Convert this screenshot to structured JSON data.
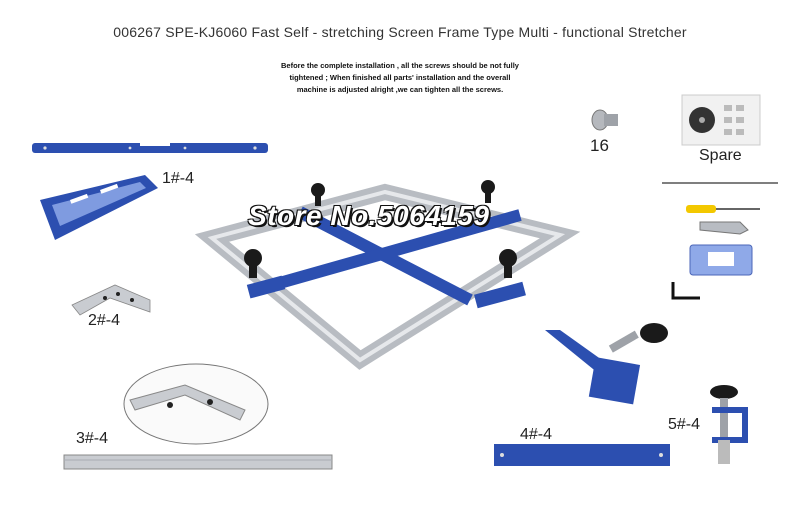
{
  "title": "006267  SPE-KJ6060 Fast Self - stretching Screen Frame Type Multi - functional Stretcher",
  "note": {
    "line1": "Before the complete installation , all the screws should be not fully",
    "line2": "tightened ; When finished all parts'  installation and the overall",
    "line3": "machine is adjusted alright ,we can tighten all the screws."
  },
  "labels": {
    "part1": "1#-4",
    "part2": "2#-4",
    "part3": "3#-4",
    "part4": "4#-4",
    "part5": "5#-4",
    "part16": "16",
    "spare": "Spare"
  },
  "watermark": "Store No.5064159",
  "colors": {
    "blue": "#2c4fb0",
    "aluminum": "#c9ccd1",
    "black": "#1a1a1a"
  }
}
